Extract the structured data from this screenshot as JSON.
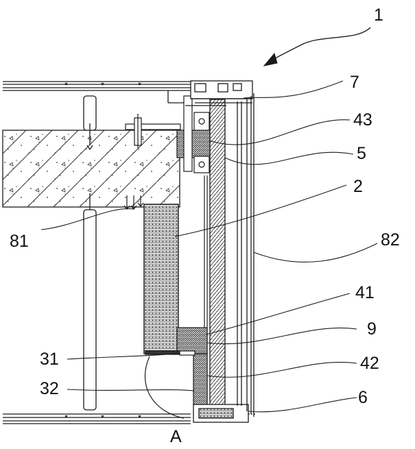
{
  "labels": {
    "l1": "1",
    "l7": "7",
    "l43": "43",
    "l5": "5",
    "l2": "2",
    "l81": "81",
    "l82": "82",
    "l41": "41",
    "l9": "9",
    "l31": "31",
    "l42": "42",
    "l32": "32",
    "l6": "6",
    "lA": "A"
  },
  "colors": {
    "line": "#1a1a1a",
    "hatch": "#444444",
    "background": "#ffffff"
  }
}
